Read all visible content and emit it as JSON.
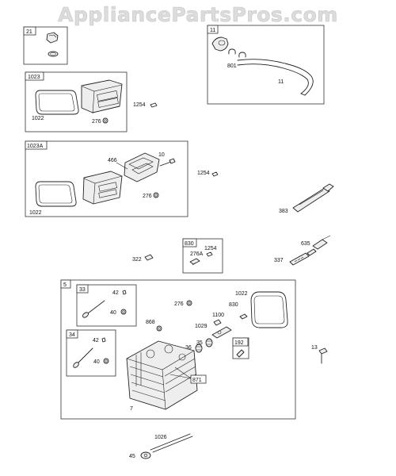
{
  "watermark": "AppliancePartsPros.com",
  "groups": {
    "g21": "21",
    "g11": "11",
    "g1023": "1023",
    "g1023a": "1023A",
    "g830": "830",
    "g5": "5",
    "g33": "33",
    "g34": "34",
    "g192": "192",
    "g871": "871"
  },
  "callouts": {
    "c801": "801",
    "c11": "11",
    "c1254a": "1254",
    "c1022a": "1022",
    "c276a": "276",
    "c466": "466",
    "c10": "10",
    "c1254b": "1254",
    "c276b": "276",
    "c1022b": "1022",
    "c383": "383",
    "c276A": "276A",
    "c1254c": "1254",
    "c322": "322",
    "c635": "635",
    "c337": "337",
    "c42a": "42",
    "c40a": "40",
    "c1022c": "1022",
    "c276c": "276",
    "c830b": "830",
    "c868": "868",
    "c1100": "1100",
    "c1029": "1029",
    "c42b": "42",
    "c35": "35",
    "c36": "36",
    "c40b": "40",
    "c13": "13",
    "c7": "7",
    "c1026": "1026",
    "c45": "45"
  }
}
